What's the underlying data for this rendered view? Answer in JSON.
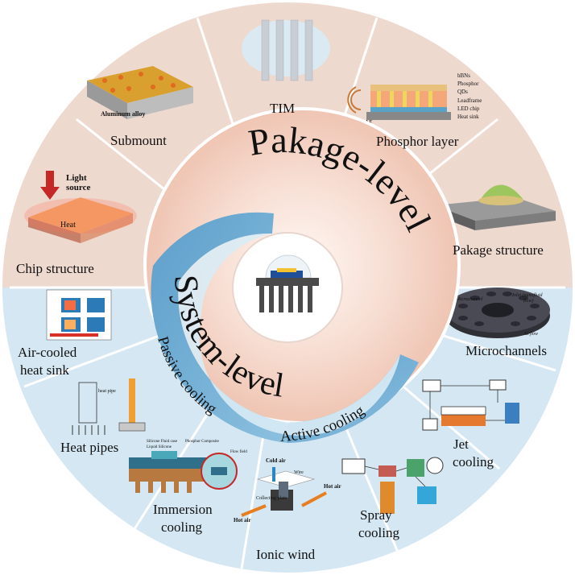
{
  "colors": {
    "package_outer": "#eed9cf",
    "system_outer": "#d4e7f2",
    "inner_package": "#f3cfc0",
    "inner_package_center": "#fdf1ec",
    "system_band": "#7fb5d6",
    "system_band_dark": "#4f93c0",
    "divider": "#ffffff"
  },
  "center": {
    "package_title": "Pakage-level",
    "system_title": "System-level",
    "passive": "Passive cooling",
    "active": "Active cooling"
  },
  "package_segments": {
    "submount": "Submount",
    "tim": "TIM",
    "phosphor": "Phosphor layer",
    "package_structure": "Pakage structure",
    "chip_structure": "Chip structure"
  },
  "system_segments": {
    "microchannels": "Microchannels",
    "jet_line1": "Jet",
    "jet_line2": "cooling",
    "spray_line1": "Spray",
    "spray_line2": "cooling",
    "ionic": "Ionic wind",
    "immersion_line1": "Immersion",
    "immersion_line2": "cooling",
    "heat_pipes": "Heat pipes",
    "aircooled_line1": "Air-cooled",
    "aircooled_line2": "heat sink"
  },
  "illustrations": {
    "aluminum_alloy": "Aluminum alloy",
    "light_line1": "Light",
    "light_line2": "source",
    "heat": "Heat",
    "hbns": "hBNs",
    "phosphor": "Phosphor",
    "qds": "QDs",
    "leadframe": "Leadframe",
    "led_chip": "LED chip",
    "heat_sink": "Heat sink",
    "qds_af": "QDs-AF",
    "microchannel": "Microchannel",
    "inlet_line1": "Inlet (nanofluid",
    "inlet_line2": "flow)",
    "airflow": "Airflow",
    "heat_pipe": "heat pipe",
    "cold_air": "Cold air",
    "hot_air_left": "Hot air",
    "hot_air_right": "Hot air",
    "wire": "Wire",
    "collecting_plate": "Collecting plate",
    "silicone_fluid": "Silicone Fluid case",
    "phosphor_composite": "Phosphor Composite",
    "flow_field": "Flow field",
    "liquid_silicone": "Liquid Silicone"
  }
}
